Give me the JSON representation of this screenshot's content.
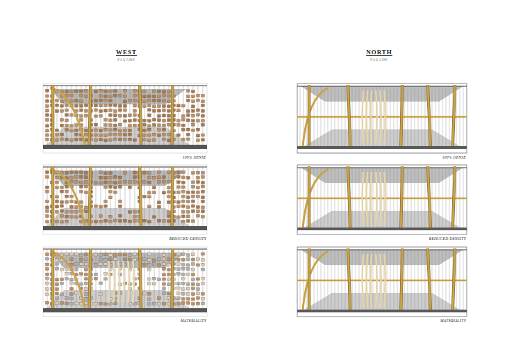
{
  "diagram": {
    "labels": [
      "WEST",
      "FAÇADE",
      "NORTH",
      "FAÇADE",
      "100% DENSE",
      "REDUCED DENSITY",
      "MATERIALITY",
      "100% DENSE",
      "REDUCED DENSITY",
      "MATERIALITY"
    ]
  }
}
